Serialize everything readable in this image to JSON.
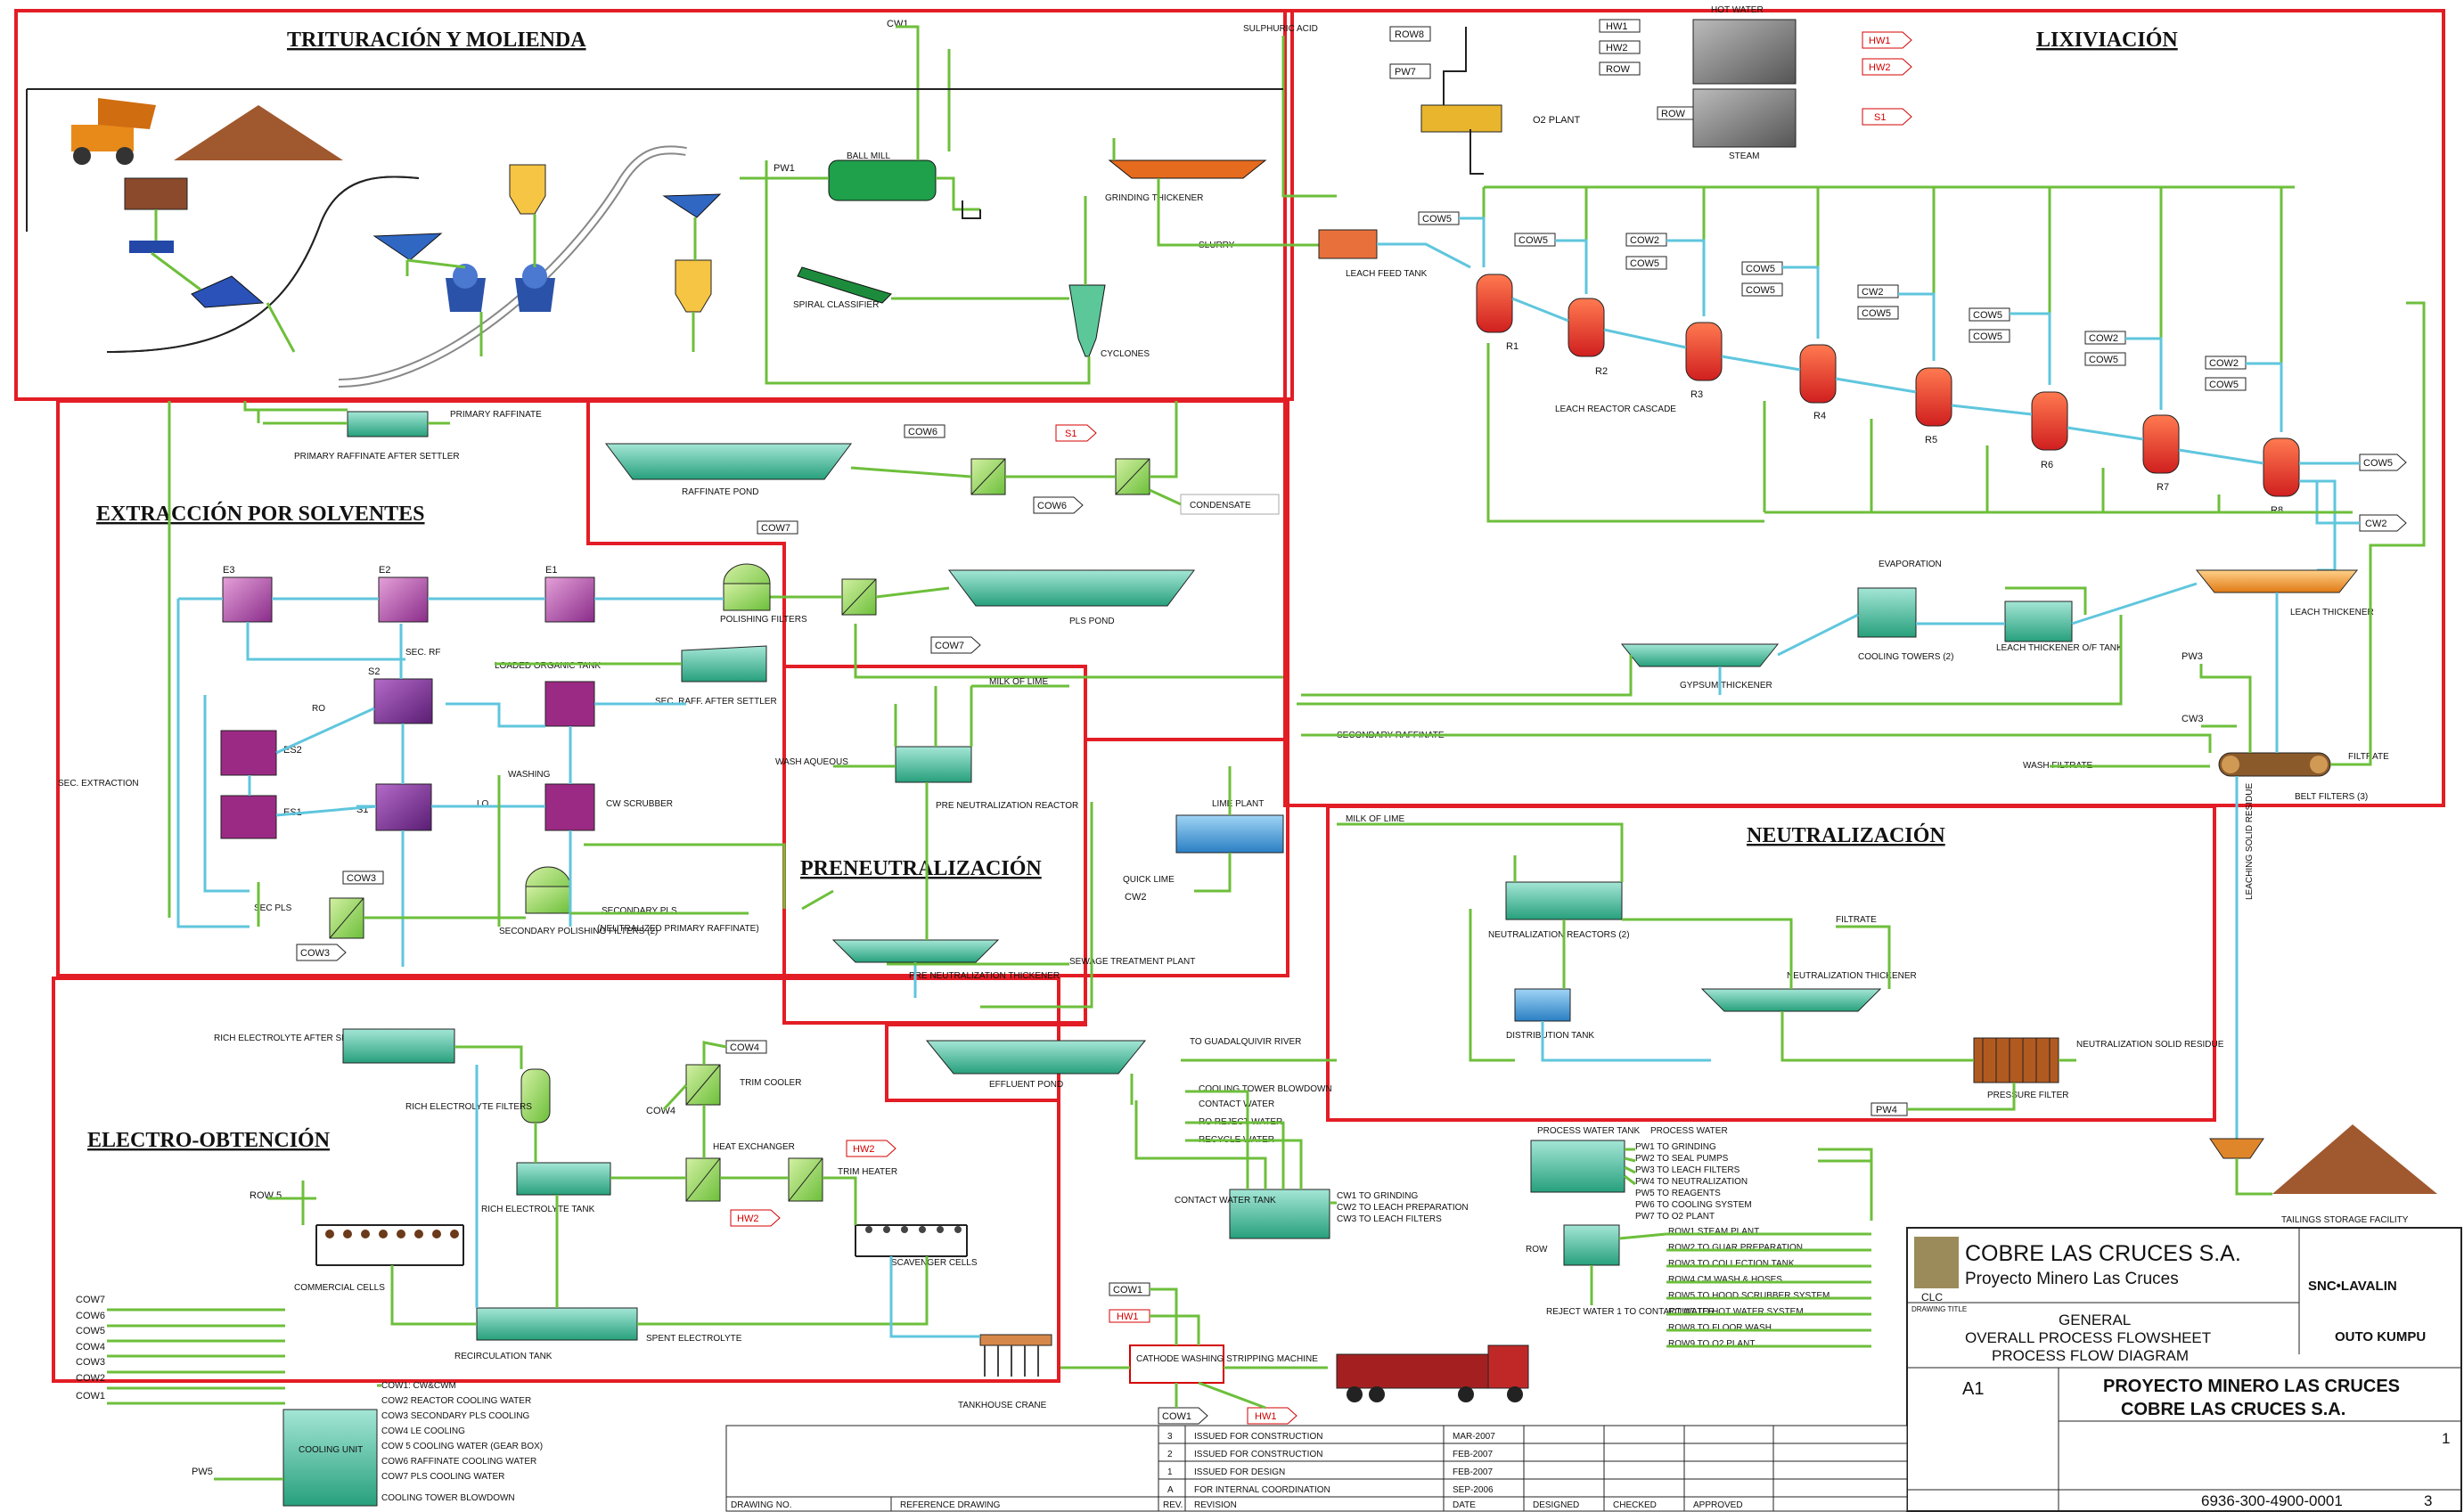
{
  "sections": {
    "crushing": "TRITURACIÓN Y MOLIENDA",
    "leaching": "LIXIVIACIÓN",
    "solvent_extraction": "EXTRACCIÓN POR SOLVENTES",
    "preneutralization": "PRENEUTRALIZACIÓN",
    "neutralization": "NEUTRALIZACIÓN",
    "electrowinning": "ELECTRO-OBTENCIÓN"
  },
  "labels": {
    "ball_mill": "BALL MILL",
    "grinding_thickener": "GRINDING THICKENER",
    "spiral_classifier": "SPIRAL CLASSIFIER",
    "cyclones": "CYCLONES",
    "slurry": "SLURRY",
    "sulphuric_acid": "SULPHURIC ACID",
    "o2_plant": "O2 PLANT",
    "steam": "STEAM",
    "leach_feed_tank": "LEACH FEED TANK",
    "leach_reactor_cascade": "LEACH REACTOR CASCADE",
    "evaporation": "EVAPORATION",
    "cooling_towers": "COOLING TOWERS (2)",
    "leach_thickener_of_tank": "LEACH THICKENER O/F TANK",
    "leach_thickener": "LEACH THICKENER",
    "gypsum_thickener": "GYPSUM THICKENER",
    "secondary_raffinate": "SECONDARY RAFFINATE",
    "wash_filtrate": "WASH FILTRATE",
    "filtrate": "FILTRATE",
    "belt_filters": "BELT FILTERS (3)",
    "leaching_solid_residue": "LEACHING SOLID RESIDUE",
    "primary_raffinate": "PRIMARY RAFFINATE",
    "primary_raffinate_after_settler": "PRIMARY RAFFINATE AFTER SETTLER",
    "raffinate_pond": "RAFFINATE POND",
    "condensate": "CONDENSATE",
    "pls_pond": "PLS POND",
    "polishing_filters": "POLISHING FILTERS",
    "sec_rf": "SEC. RF",
    "sec_raff_after_settler": "SEC. RAFF. AFTER SETTLER",
    "loaded_organic_tank": "LOADED ORGANIC TANK",
    "sec_extraction": "SEC. EXTRACTION",
    "ro": "RO",
    "washing": "WASHING",
    "cw_scrubber": "CW SCRUBBER",
    "lo": "LO",
    "sec_pls": "SEC PLS",
    "secondary_pls": "SECONDARY PLS",
    "neutralized_primary_raffinate": "(NEUTRALIZED PRIMARY RAFFINATE)",
    "secondary_polishing_filters": "SECONDARY POLISHING FILTERS (2)",
    "milk_of_lime": "MILK OF LIME",
    "wash_aqueous": "WASH AQUEOUS",
    "pre_neutralization_reactor": "PRE NEUTRALIZATION REACTOR",
    "pre_neutralization_thickener": "PRE NEUTRALIZATION THICKENER",
    "lime_plant": "LIME PLANT",
    "quick_lime": "QUICK LIME",
    "sewage_treatment_plant": "SEWAGE TREATMENT PLANT",
    "neutralization_reactors": "NEUTRALIZATION REACTORS (2)",
    "distribution_tank": "DISTRIBUTION TANK",
    "neutralization_thickener": "NEUTRALIZATION THICKENER",
    "pressure_filter": "PRESSURE FILTER",
    "neutralization_solid_residue": "NEUTRALIZATION SOLID RESIDUE",
    "effluent_pond": "EFFLUENT POND",
    "to_guadalquivir": "TO GUADALQUIVIR RIVER",
    "rich_electrolyte_after_settler": "RICH ELECTROLYTE AFTER SETTLER",
    "rich_electrolyte_filters": "RICH ELECTROLYTE FILTERS",
    "rich_electrolyte_tank": "RICH ELECTROLYTE TANK",
    "trim_cooler": "TRIM COOLER",
    "heat_exchanger": "HEAT EXCHANGER",
    "trim_heater": "TRIM HEATER",
    "commercial_cells": "COMMERCIAL CELLS",
    "scavenger_cells": "SCAVENGER CELLS",
    "recirculation_tank": "RECIRCULATION TANK",
    "spent_electrolyte": "SPENT ELECTROLYTE",
    "tankhouse_crane": "TANKHOUSE CRANE",
    "cathode_washing": "CATHODE WASHING STRIPPING MACHINE",
    "cooling_unit": "COOLING UNIT",
    "cooling_tower_blowdown": "COOLING TOWER BLOWDOWN",
    "contact_water": "CONTACT WATER",
    "ro_reject_water": "RO REJECT WATER",
    "recycle_water": "RECYCLE WATER",
    "contact_water_tank": "CONTACT WATER TANK",
    "process_water": "PROCESS WATER",
    "process_water_tank": "PROCESS WATER TANK",
    "reject_water": "REJECT WATER 1 TO CONTACT WATER",
    "tailings_storage": "TAILINGS STORAGE FACILITY",
    "row": "ROW"
  },
  "cooling_water_list": [
    "COW1: CW&CWM",
    "COW2 REACTOR COOLING WATER",
    "COW3 SECONDARY PLS COOLING",
    "COW4 LE COOLING",
    "COW 5 COOLING WATER (GEAR BOX)",
    "COW6 RAFFINATE COOLING WATER",
    "COW7 PLS COOLING WATER",
    "COOLING TOWER BLOWDOWN"
  ],
  "process_water_list": [
    "PW1 TO GRINDING",
    "PW2 TO SEAL PUMPS",
    "PW3 TO LEACH FILTERS",
    "PW4 TO NEUTRALIZATION",
    "PW5 TO REAGENTS",
    "PW6 TO COOLING SYSTEM",
    "PW7 TO O2 PLANT"
  ],
  "row_list": [
    "ROW1 STEAM PLANT",
    "ROW2 TO GUAR PREPARATION",
    "ROW3 TO COLLECTION TANK",
    "ROW4 CM WASH & HOSES",
    "ROW5 TO HOOD SCRUBBER SYSTEM",
    "ROW7 TO HOT WATER SYSTEM",
    "ROW8 TO FLOOR WASH",
    "ROW9 TO O2 PLANT"
  ],
  "contact_water_list": [
    "CW1 TO GRINDING",
    "CW2 TO LEACH PREPARATION",
    "CW3 TO LEACH FILTERS"
  ],
  "tags": {
    "cw1": "CW1",
    "cw2": "CW2",
    "cw3": "CW3",
    "cow1": "COW1",
    "cow2": "COW2",
    "cow3": "COW3",
    "cow4": "COW4",
    "cow5": "COW5",
    "cow6": "COW6",
    "cow7": "COW7",
    "pw1": "PW1",
    "pw3": "PW3",
    "pw4": "PW4",
    "pw5": "PW5",
    "pw7": "PW7",
    "row8": "ROW8",
    "row": "ROW",
    "row5": "ROW 5",
    "hw1": "HW1",
    "hw2": "HW2",
    "s1": "S1",
    "r1": "R1",
    "r2": "R2",
    "r3": "R3",
    "r4": "R4",
    "r5": "R5",
    "r6": "R6",
    "r7": "R7",
    "r8": "R8",
    "e1": "E1",
    "e2": "E2",
    "e3": "E3",
    "s2": "S2",
    "s1b": "S1",
    "es1": "ES1",
    "es2": "ES2",
    "hot_water": "HOT WATER"
  },
  "title_block": {
    "company": "COBRE LAS CRUCES S.A.",
    "project": "Proyecto Minero Las Cruces",
    "logo_short": "CLC",
    "partner1": "SNC•LAVALIN",
    "partner2": "OUTO KUMPU",
    "drawing_title_label": "DRAWING TITLE",
    "title_line1": "GENERAL",
    "title_line2": "OVERALL PROCESS FLOWSHEET",
    "title_line3": "PROCESS FLOW DIAGRAM",
    "size": "A1",
    "project_name": "PROYECTO MINERO LAS CRUCES",
    "client_name": "COBRE LAS CRUCES S.A.",
    "drawing_no": "6936-300-4900-0001",
    "rev": "3",
    "sheet": "1",
    "rev_entries": [
      {
        "no": "3",
        "desc": "ISSUED FOR CONSTRUCTION",
        "date": "MAR-2007"
      },
      {
        "no": "2",
        "desc": "ISSUED FOR CONSTRUCTION",
        "date": "FEB-2007"
      },
      {
        "no": "1",
        "desc": "ISSUED FOR DESIGN",
        "date": "FEB-2007"
      },
      {
        "no": "A",
        "desc": "FOR INTERNAL COORDINATION",
        "date": "SEP-2006"
      }
    ],
    "col_drawing_no": "DRAWING NO.",
    "col_ref_drawing": "REFERENCE DRAWING",
    "col_rev": "REV.",
    "col_revision": "REVISION",
    "col_date": "DATE",
    "col_designed": "DESIGNED",
    "col_checked": "CHECKED",
    "col_approved": "APPROVED"
  }
}
